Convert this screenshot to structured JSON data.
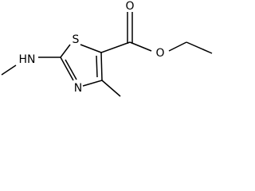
{
  "molecule": {
    "atoms": {
      "sulfur": "S",
      "ring_nitrogen": "N",
      "amine": "HN",
      "ester_carbonyl_oxygen": "O",
      "ester_ether_oxygen": "O"
    }
  },
  "colors": {
    "bond": "#000000",
    "label": "#000000",
    "background": "#ffffff"
  }
}
